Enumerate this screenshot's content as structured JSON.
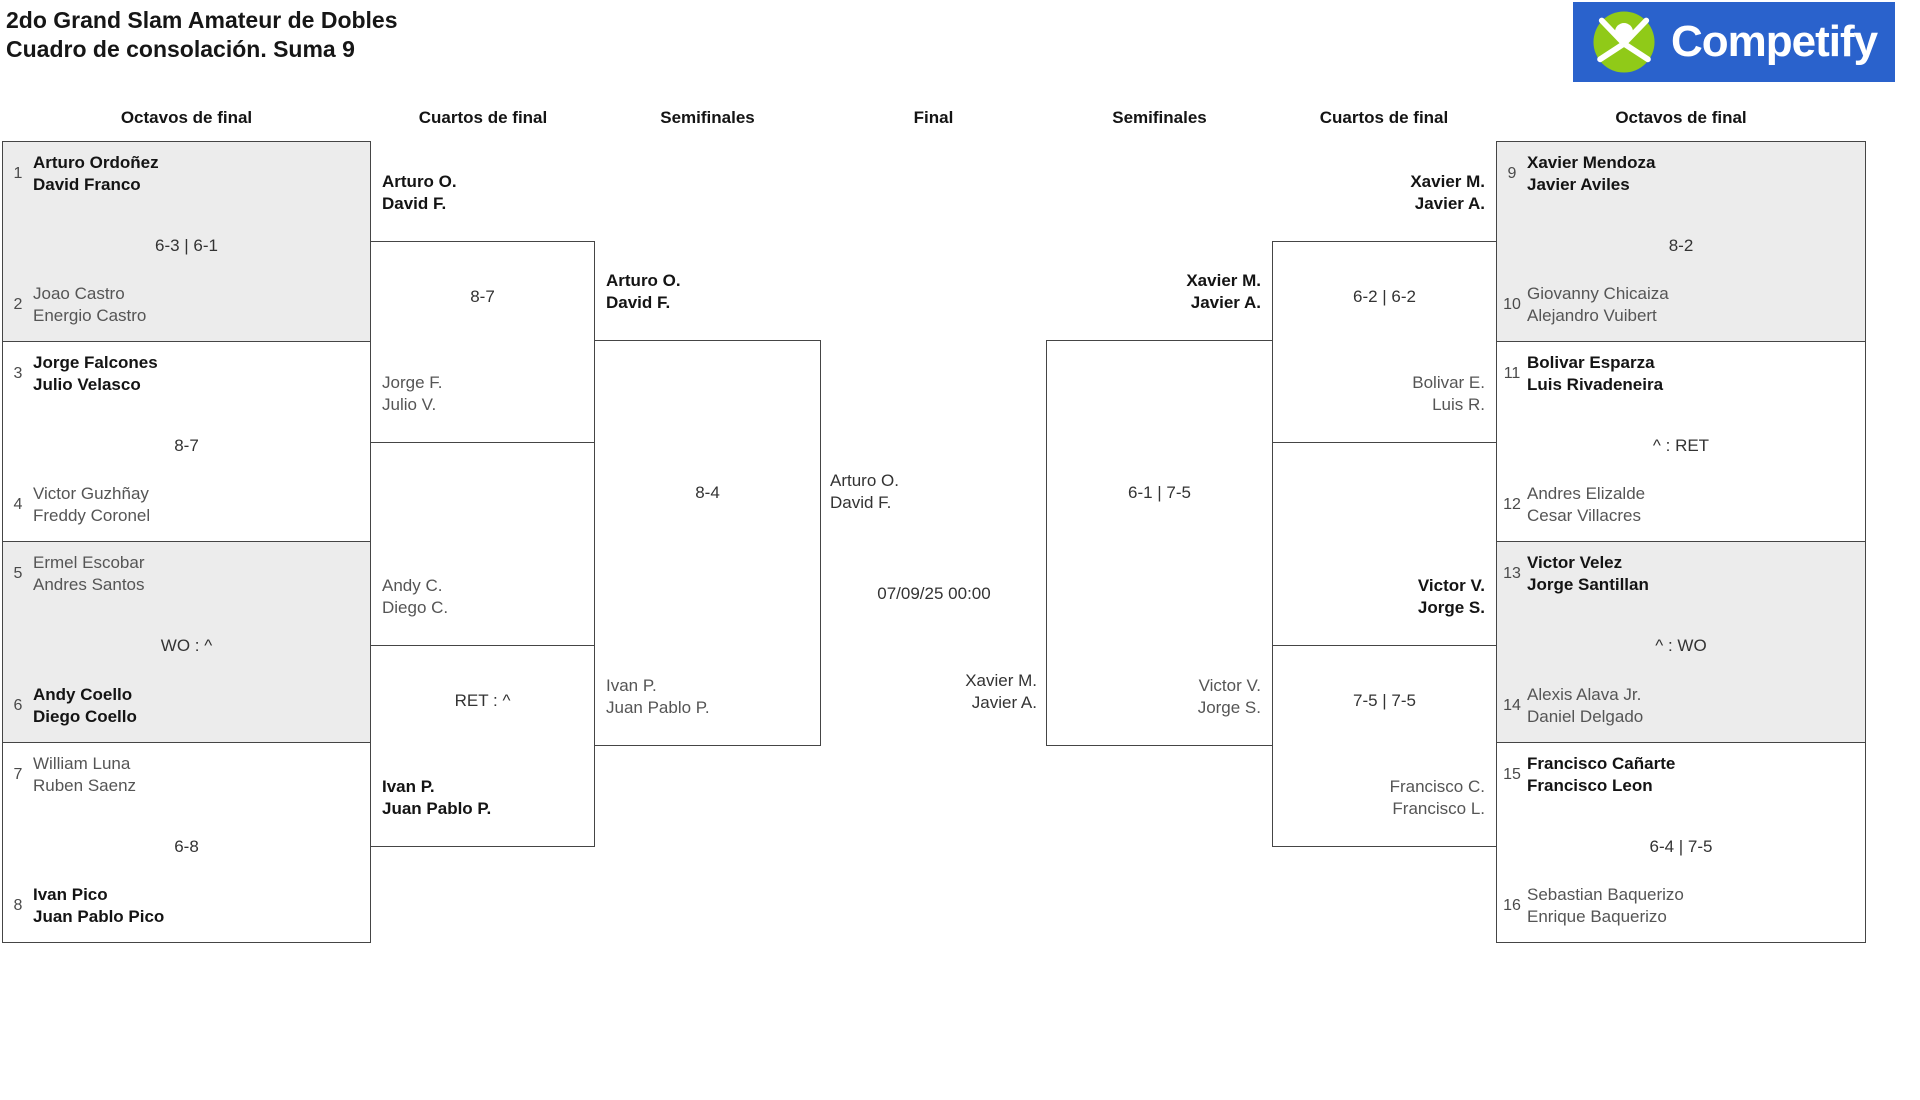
{
  "title": {
    "line1": "2do Grand Slam Amateur de Dobles",
    "line2": "Cuadro de consolación. Suma 9"
  },
  "logo": {
    "name": "Competify",
    "bg_color": "#2a62cc",
    "accent_color": "#90ca18"
  },
  "round_labels": {
    "l16_left": "Octavos de final",
    "qf_left": "Cuartos de final",
    "sf_left": "Semifinales",
    "final": "Final",
    "sf_right": "Semifinales",
    "qf_right": "Cuartos de final",
    "l16_right": "Octavos de final"
  },
  "octavos_left": [
    {
      "top": {
        "seed": "1",
        "p1": "Arturo Ordoñez",
        "p2": "David Franco"
      },
      "score": "6-3 | 6-1",
      "bottom": {
        "seed": "2",
        "p1": "Joao Castro",
        "p2": "Energio Castro"
      }
    },
    {
      "top": {
        "seed": "3",
        "p1": "Jorge Falcones",
        "p2": "Julio Velasco"
      },
      "score": "8-7",
      "bottom": {
        "seed": "4",
        "p1": "Victor Guzhñay",
        "p2": "Freddy Coronel"
      }
    },
    {
      "top": {
        "seed": "5",
        "p1": "Ermel Escobar",
        "p2": "Andres Santos"
      },
      "score": "WO : ^",
      "bottom": {
        "seed": "6",
        "p1": "Andy Coello",
        "p2": "Diego Coello"
      }
    },
    {
      "top": {
        "seed": "7",
        "p1": "William Luna",
        "p2": "Ruben Saenz"
      },
      "score": "6-8",
      "bottom": {
        "seed": "8",
        "p1": "Ivan Pico",
        "p2": "Juan Pablo Pico"
      }
    }
  ],
  "cuartos_left": [
    {
      "top": {
        "p1": "Arturo O.",
        "p2": "David F."
      },
      "score": "8-7",
      "bottom": {
        "p1": "Jorge F.",
        "p2": "Julio V."
      }
    },
    {
      "top": {
        "p1": "Andy C.",
        "p2": "Diego C."
      },
      "score": "RET : ^",
      "bottom": {
        "p1": "Ivan P.",
        "p2": "Juan Pablo P."
      }
    }
  ],
  "semifinal_left": {
    "top": {
      "p1": "Arturo O.",
      "p2": "David F."
    },
    "score": "8-4",
    "bottom": {
      "p1": "Ivan P.",
      "p2": "Juan Pablo P."
    }
  },
  "final": {
    "left": {
      "p1": "Arturo O.",
      "p2": "David F."
    },
    "date": "07/09/25 00:00",
    "right": {
      "p1": "Xavier M.",
      "p2": "Javier A."
    }
  },
  "semifinal_right": {
    "top": {
      "p1": "Xavier M.",
      "p2": "Javier A."
    },
    "score": "6-1 | 7-5",
    "bottom": {
      "p1": "Victor V.",
      "p2": "Jorge S."
    }
  },
  "cuartos_right": [
    {
      "top": {
        "p1": "Xavier M.",
        "p2": "Javier A."
      },
      "score": "6-2 | 6-2",
      "bottom": {
        "p1": "Bolivar E.",
        "p2": "Luis R."
      }
    },
    {
      "top": {
        "p1": "Victor V.",
        "p2": "Jorge S."
      },
      "score": "7-5 | 7-5",
      "bottom": {
        "p1": "Francisco C.",
        "p2": "Francisco L."
      }
    }
  ],
  "octavos_right": [
    {
      "top": {
        "seed": "9",
        "p1": "Xavier Mendoza",
        "p2": "Javier Aviles"
      },
      "score": "8-2",
      "bottom": {
        "seed": "10",
        "p1": "Giovanny Chicaiza",
        "p2": "Alejandro Vuibert"
      }
    },
    {
      "top": {
        "seed": "11",
        "p1": "Bolivar Esparza",
        "p2": "Luis Rivadeneira"
      },
      "score": "^ : RET",
      "bottom": {
        "seed": "12",
        "p1": "Andres Elizalde",
        "p2": "Cesar Villacres"
      }
    },
    {
      "top": {
        "seed": "13",
        "p1": "Victor Velez",
        "p2": "Jorge Santillan"
      },
      "score": "^ : WO",
      "bottom": {
        "seed": "14",
        "p1": "Alexis Alava Jr.",
        "p2": "Daniel Delgado"
      }
    },
    {
      "top": {
        "seed": "15",
        "p1": "Francisco Cañarte",
        "p2": "Francisco Leon"
      },
      "score": "6-4 | 7-5",
      "bottom": {
        "seed": "16",
        "p1": "Sebastian Baquerizo",
        "p2": "Enrique Baquerizo"
      }
    }
  ]
}
